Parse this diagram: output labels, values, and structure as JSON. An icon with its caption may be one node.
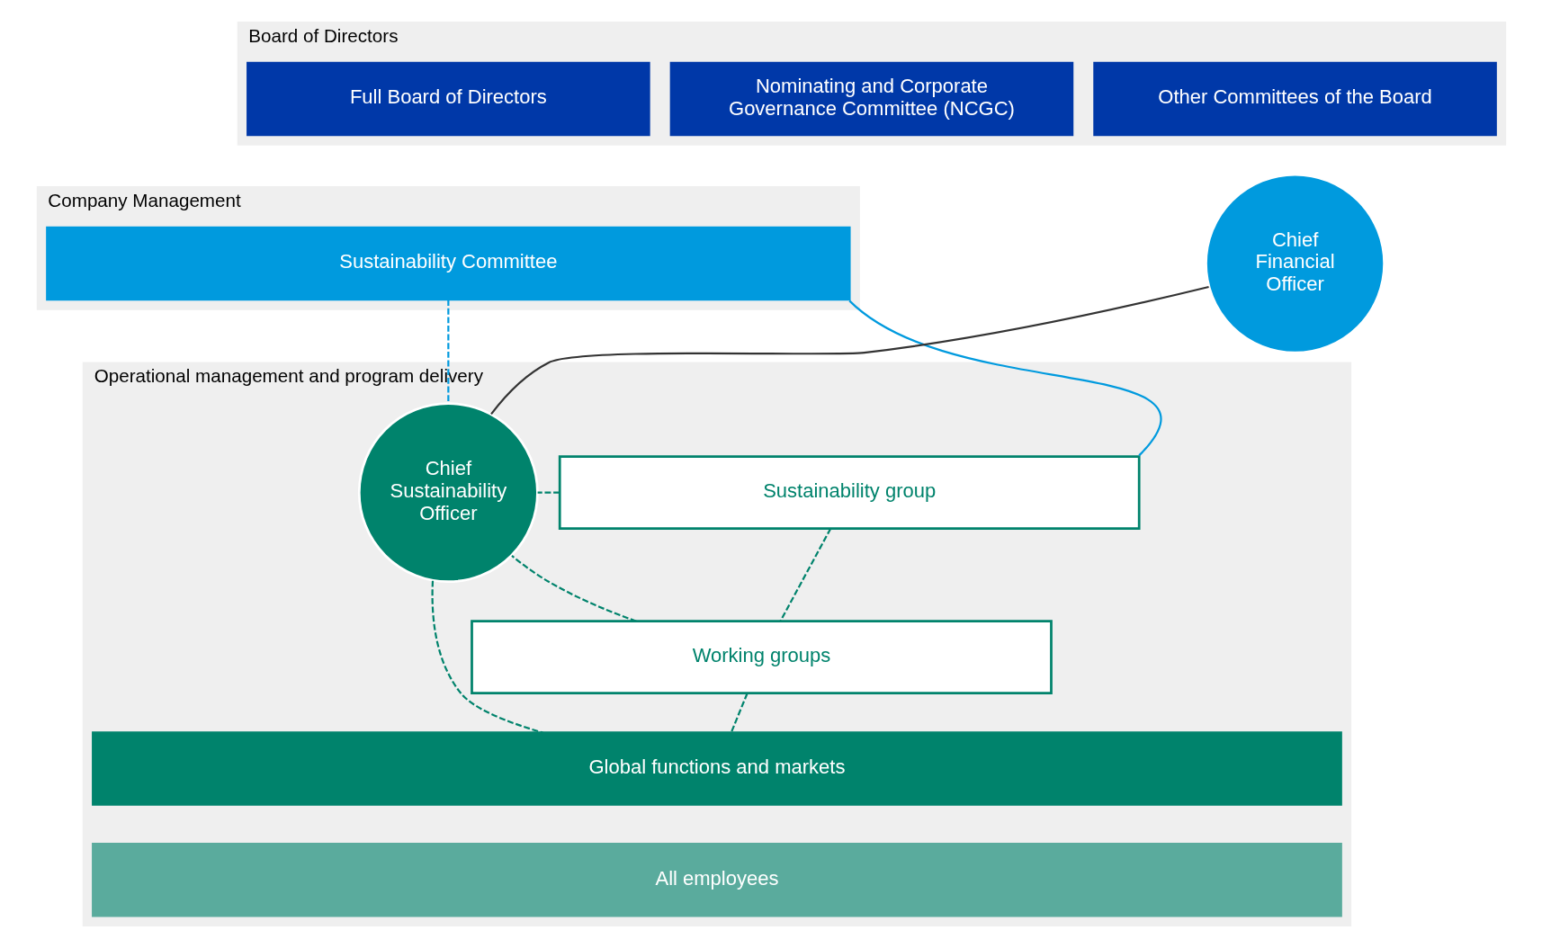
{
  "diagram": {
    "nodes": [
      {
        "text": [
          "Board of Directors"
        ]
      },
      {
        "text": [
          "Full Board of Directors"
        ],
        "in": 0
      },
      {
        "text": [
          "Nominating and Corporate Governance Committee (NCGC)"
        ],
        "in": 0
      },
      {
        "text": [
          "Other Committees of the Board"
        ],
        "in": 0
      },
      {
        "text": [
          "Company Management"
        ]
      },
      {
        "text": [
          "Sustainability Committee"
        ],
        "in": 4
      },
      {
        "text": [
          "Chief Financial Officer"
        ]
      },
      {
        "text": [
          "Operational management and program delivery"
        ]
      },
      {
        "text": [
          "Sustainability group"
        ],
        "in": 7
      },
      {
        "text": [
          "Working groups"
        ],
        "in": 7
      },
      {
        "text": [
          "Chief Sustainability Officer"
        ],
        "in": 7
      },
      {
        "text": [
          "Global functions and markets"
        ],
        "in": 7
      },
      {
        "text": [
          "All employees"
        ],
        "in": 7
      }
    ],
    "edges": [
      {
        "from": 5,
        "to": 8,
        "arrow": "none",
        "color": "#009ade"
      },
      {
        "from": 5,
        "to": 10,
        "arrow": "none",
        "style": "dashed",
        "color": "#009ade"
      },
      {
        "from": 6,
        "to": 10,
        "arrow": "none",
        "color": "#333333"
      },
      {
        "from": 8,
        "to": 10,
        "arrow": "none",
        "style": "dashed"
      },
      {
        "from": 9,
        "to": 10,
        "arrow": "none",
        "style": "dashed"
      },
      {
        "from": 8,
        "to": 9,
        "arrow": "none",
        "style": "dashed"
      },
      {
        "from": 9,
        "to": 11,
        "arrow": "none",
        "style": "dashed"
      },
      {
        "from": 10,
        "to": 11,
        "arrow": "none",
        "style": "dashed"
      }
    ]
  }
}
